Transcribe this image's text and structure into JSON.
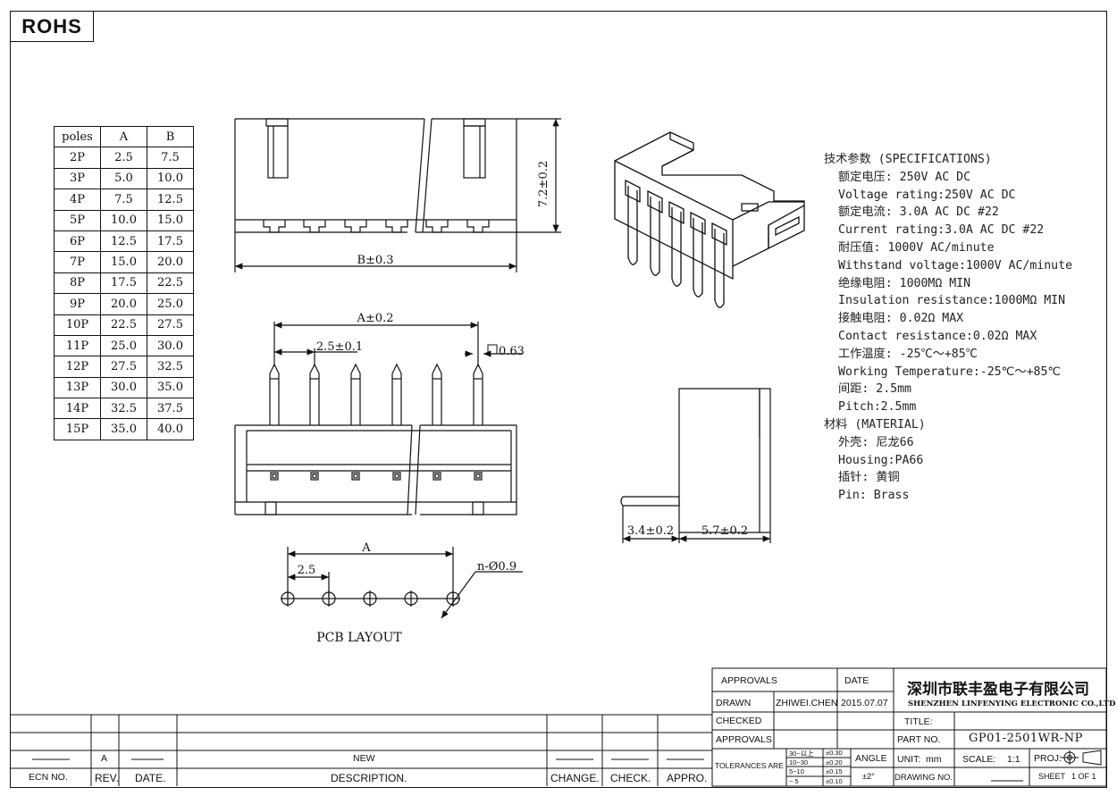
{
  "badge": "ROHS",
  "poles_table": {
    "headers": [
      "poles",
      "A",
      "B"
    ],
    "rows": [
      [
        "2P",
        "2.5",
        "7.5"
      ],
      [
        "3P",
        "5.0",
        "10.0"
      ],
      [
        "4P",
        "7.5",
        "12.5"
      ],
      [
        "5P",
        "10.0",
        "15.0"
      ],
      [
        "6P",
        "12.5",
        "17.5"
      ],
      [
        "7P",
        "15.0",
        "20.0"
      ],
      [
        "8P",
        "17.5",
        "22.5"
      ],
      [
        "9P",
        "20.0",
        "25.0"
      ],
      [
        "10P",
        "22.5",
        "27.5"
      ],
      [
        "11P",
        "25.0",
        "30.0"
      ],
      [
        "12P",
        "27.5",
        "32.5"
      ],
      [
        "13P",
        "30.0",
        "35.0"
      ],
      [
        "14P",
        "32.5",
        "37.5"
      ],
      [
        "15P",
        "35.0",
        "40.0"
      ]
    ]
  },
  "dims": {
    "height": "7.2±0.2",
    "b": "B±0.3",
    "a": "A±0.2",
    "pitch": "2.5±0.1",
    "pin": "0.63",
    "side_left": "3.4±0.2",
    "side_right": "5.7±0.2",
    "pcb_a": "A",
    "pcb_pitch": "2.5",
    "hole": "n-Ø0.9"
  },
  "pcb_layout_label": "PCB LAYOUT",
  "specs": [
    {
      "text": "技术参数 (SPECIFICATIONS)",
      "indent": false
    },
    {
      "text": "额定电压: 250V AC DC",
      "indent": true
    },
    {
      "text": "Voltage rating:250V AC DC",
      "indent": true
    },
    {
      "text": "额定电流: 3.0A AC DC #22",
      "indent": true
    },
    {
      "text": "Current rating:3.0A AC DC #22",
      "indent": true
    },
    {
      "text": "耐压值: 1000V AC/minute",
      "indent": true
    },
    {
      "text": "Withstand voltage:1000V AC/minute",
      "indent": true
    },
    {
      "text": "绝缘电阻: 1000MΩ MIN",
      "indent": true
    },
    {
      "text": "Insulation resistance:1000MΩ MIN",
      "indent": true
    },
    {
      "text": "接触电阻: 0.02Ω MAX",
      "indent": true
    },
    {
      "text": "Contact resistance:0.02Ω MAX",
      "indent": true
    },
    {
      "text": "工作温度: -25℃～+85℃",
      "indent": true
    },
    {
      "text": "Working Temperature:-25℃～+85℃",
      "indent": true
    },
    {
      "text": "间距: 2.5mm",
      "indent": true
    },
    {
      "text": "Pitch:2.5mm",
      "indent": true
    },
    {
      "text": "材料 (MATERIAL)",
      "indent": false
    },
    {
      "text": "外壳: 尼龙66",
      "indent": true
    },
    {
      "text": "Housing:PA66",
      "indent": true
    },
    {
      "text": "插针: 黄铜",
      "indent": true
    },
    {
      "text": "Pin: Brass",
      "indent": true
    }
  ],
  "title_block": {
    "approvals_header": "APPROVALS",
    "date_header": "DATE",
    "drawn_label": "DRAWN",
    "drawn_by": "ZHIWEI.CHEN",
    "drawn_date": "2015.07.07",
    "checked_label": "CHECKED",
    "approvals_label": "APPROVALS",
    "company_cn": "深圳市联丰盈电子有限公司",
    "company_en": "SHENZHEN LINFENYING ELECTRONIC CO.,LTD",
    "title_label": "TITLE:",
    "part_no_label": "PART NO.",
    "part_no": "GP01-2501WR-NP",
    "tolerances_label": "TOLERANCES ARE",
    "tolerances": [
      {
        "range": "30~以上",
        "tol": "±0.30"
      },
      {
        "range": "10~30",
        "tol": "±0.20"
      },
      {
        "range": "5~10",
        "tol": "±0.15"
      },
      {
        "range": "~ 5",
        "tol": "±0.10"
      }
    ],
    "angle_label": "ANGLE",
    "angle_value": "±2°",
    "unit_label": "UNIT:",
    "unit_value": "mm",
    "scale_label": "SCALE:",
    "scale_value": "1:1",
    "proj_label": "PROJ:",
    "drawing_no_label": "DRAWING NO.",
    "sheet_label": "SHEET",
    "sheet_value": "1 OF 1"
  },
  "revision_block": {
    "rev": "A",
    "description": "NEW",
    "headers": {
      "ecn": "ECN NO.",
      "rev": "REV.",
      "date": "DATE.",
      "description": "DESCRIPTION.",
      "change": "CHANGE.",
      "check": "CHECK.",
      "appro": "APPRO."
    }
  }
}
